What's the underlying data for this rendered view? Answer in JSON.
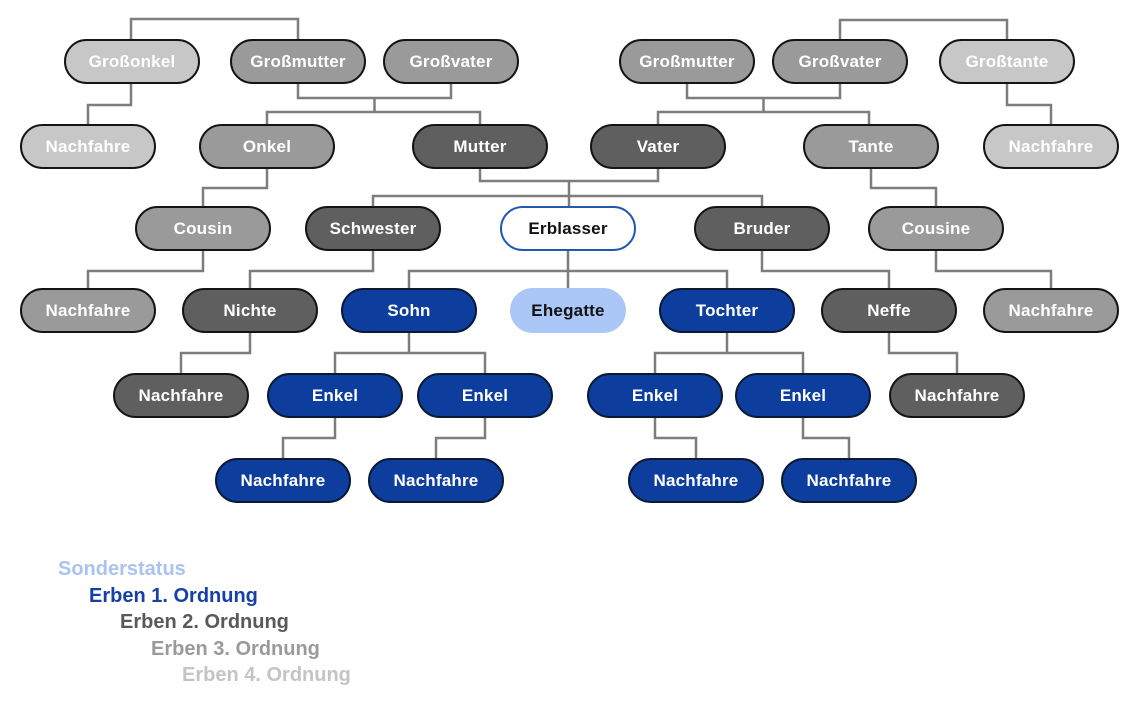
{
  "colors": {
    "order1": "#0d3e9e",
    "order2": "#5f5f5f",
    "order3": "#9a9a9a",
    "order4": "#c7c7c7",
    "sonderstatus": "#abc7f7",
    "erblasser_fill": "#ffffff",
    "erblasser_border": "#1d5ab1",
    "node_border": "#141414",
    "connector": "#7d7d7d",
    "text_light": "#ffffff",
    "text_dark": "#111111",
    "legend_sonder": "#a9c4f0",
    "legend1": "#1440a8",
    "legend2": "#595959",
    "legend3": "#9a9a9a",
    "legend4": "#c4c4c4"
  },
  "diagram": {
    "nodes": [
      {
        "label": "Großonkel",
        "order": "erben4"
      },
      {
        "label": "Großmutter",
        "order": "erben3"
      },
      {
        "label": "Großvater",
        "order": "erben3"
      },
      {
        "label": "Großmutter",
        "order": "erben3"
      },
      {
        "label": "Großvater",
        "order": "erben3"
      },
      {
        "label": "Großtante",
        "order": "erben4"
      },
      {
        "label": "Nachfahre",
        "order": "erben4"
      },
      {
        "label": "Onkel",
        "order": "erben3"
      },
      {
        "label": "Mutter",
        "order": "erben2"
      },
      {
        "label": "Vater",
        "order": "erben2"
      },
      {
        "label": "Tante",
        "order": "erben3"
      },
      {
        "label": "Nachfahre",
        "order": "erben4"
      },
      {
        "label": "Cousin",
        "order": "erben3"
      },
      {
        "label": "Schwester",
        "order": "erben2"
      },
      {
        "label": "Erblasser",
        "order": "erblasser"
      },
      {
        "label": "Bruder",
        "order": "erben2"
      },
      {
        "label": "Cousine",
        "order": "erben3"
      },
      {
        "label": "Nachfahre",
        "order": "erben3"
      },
      {
        "label": "Nichte",
        "order": "erben2"
      },
      {
        "label": "Sohn",
        "order": "erben1"
      },
      {
        "label": "Ehegatte",
        "order": "sonderstatus"
      },
      {
        "label": "Tochter",
        "order": "erben1"
      },
      {
        "label": "Neffe",
        "order": "erben2"
      },
      {
        "label": "Nachfahre",
        "order": "erben3"
      },
      {
        "label": "Nachfahre",
        "order": "erben2"
      },
      {
        "label": "Enkel",
        "order": "erben1"
      },
      {
        "label": "Enkel",
        "order": "erben1"
      },
      {
        "label": "Enkel",
        "order": "erben1"
      },
      {
        "label": "Enkel",
        "order": "erben1"
      },
      {
        "label": "Nachfahre",
        "order": "erben2"
      },
      {
        "label": "Nachfahre",
        "order": "erben1"
      },
      {
        "label": "Nachfahre",
        "order": "erben1"
      },
      {
        "label": "Nachfahre",
        "order": "erben1"
      },
      {
        "label": "Nachfahre",
        "order": "erben1"
      }
    ]
  },
  "legend": {
    "items": [
      {
        "label": "Sonderstatus",
        "key": "sonderstatus"
      },
      {
        "label": "Erben 1. Ordnung",
        "key": "erben1"
      },
      {
        "label": "Erben 2. Ordnung",
        "key": "erben2"
      },
      {
        "label": "Erben 3. Ordnung",
        "key": "erben3"
      },
      {
        "label": "Erben 4. Ordnung",
        "key": "erben4"
      }
    ]
  }
}
